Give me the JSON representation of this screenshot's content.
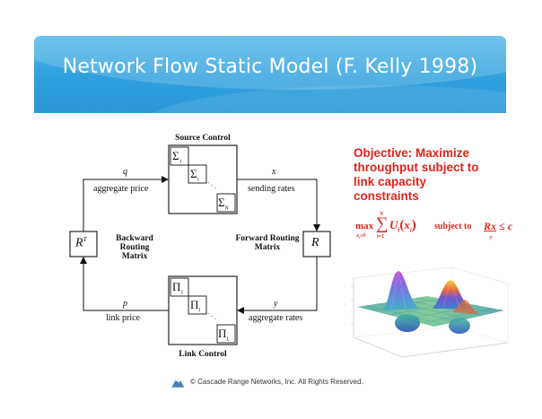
{
  "slide": {
    "title": "Network Flow Static Model (F. Kelly 1998)",
    "footer": "© Cascade Range Networks, Inc. All Rights Reserved."
  },
  "diagram": {
    "source_control": "Source Control",
    "link_control": "Link Control",
    "backward_routing": [
      "Backward Routing",
      "Matrix"
    ],
    "forward_routing": [
      "Forward Routing",
      "Matrix"
    ],
    "routing_matrix": "R",
    "routing_transpose": "R",
    "routing_transpose_sup": "T",
    "q_var": "q",
    "q_label": "aggregate price",
    "x_var": "x",
    "x_label": "sending rates",
    "p_var": "p",
    "p_label": "link price",
    "y_var": "y",
    "y_label": "aggregate rates",
    "sigma_1": "Σ",
    "sigma_1_sub": "1",
    "sigma_i": "Σ",
    "sigma_i_sub": "i",
    "sigma_n": "Σ",
    "sigma_n_sub": "N",
    "pi_1": "Π",
    "pi_1_sub": "1",
    "pi_l": "Π",
    "pi_l_sub": "l",
    "pi_L": "Π",
    "pi_L_sub": "L",
    "dots": "·  ·  ·"
  },
  "objective": {
    "lines": [
      "Objective:  Maximize",
      "throughput subject to",
      "link capacity",
      "constraints"
    ],
    "max": "max",
    "max_sub": "x",
    "max_sub_tail": "≥0",
    "max_sub_var": "i",
    "sum_top": "N",
    "sum_bottom": "i=1",
    "sigma": "∑",
    "U": "U",
    "U_sub": "i",
    "open": "(",
    "xvar": "x",
    "x_sub": "i",
    "close": ")",
    "subject_to": "subject to",
    "Rx": "Rx",
    "leq": "≤",
    "c": "c",
    "under_y": "y"
  },
  "colors": {
    "header_top": "#4fb6e8",
    "header_bottom": "#2b98d6",
    "objective_red": "#e0241b"
  }
}
